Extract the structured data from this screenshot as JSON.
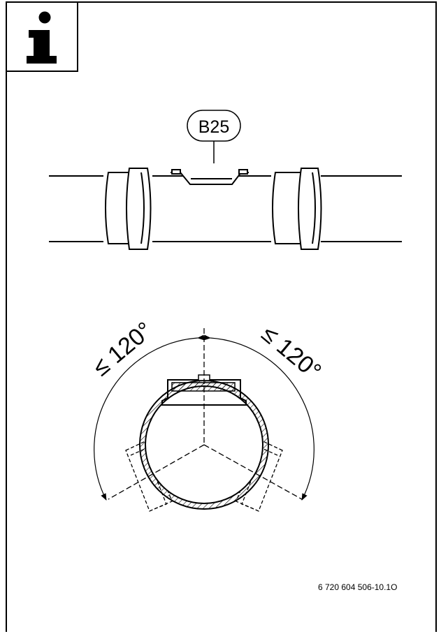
{
  "info_icon": {
    "name": "info-icon",
    "glyph": "i"
  },
  "callout": {
    "label": "B25"
  },
  "angles": {
    "left": "≤ 120°",
    "right": "≤ 120°"
  },
  "document_number": "6 720 604 506-10.1O",
  "colors": {
    "line": "#000000",
    "background": "#ffffff"
  }
}
